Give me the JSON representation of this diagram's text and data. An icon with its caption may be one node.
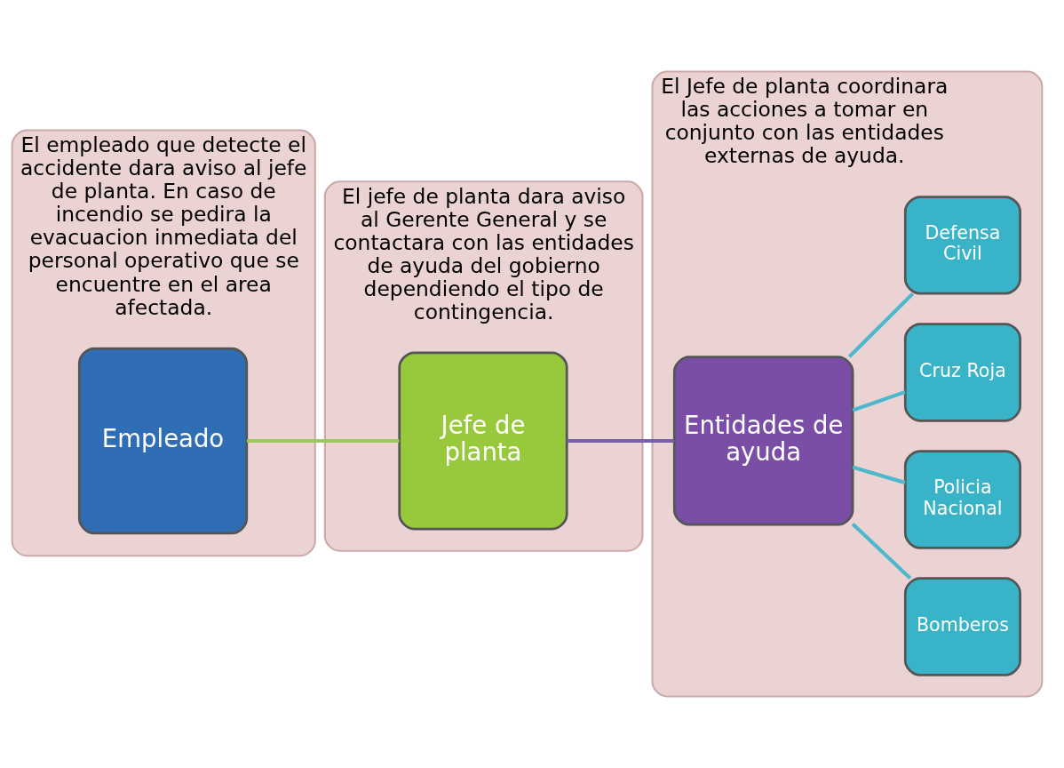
{
  "diagram": {
    "nodes": [
      {
        "text": [
          "El empleado que detecte el accidente dara aviso al jefe de planta. En caso de incendio se pedira la evacuacion inmediata del personal operativo que se encuentre en el area afectada."
        ]
      },
      {
        "text": [
          "Empleado"
        ],
        "in": 0
      },
      {
        "text": [
          "El jefe de planta dara aviso al Gerente General y se contactara con las entidades de ayuda del gobierno dependiendo el tipo de contingencia."
        ]
      },
      {
        "text": [
          "Jefe de planta"
        ],
        "in": 2
      },
      {
        "text": [
          "El Jefe de planta coordinara las acciones a tomar en conjunto con las entidades externas de ayuda."
        ]
      },
      {
        "text": [
          "Bomberos"
        ],
        "in": 4
      },
      {
        "text": [
          "Policia Nacional"
        ],
        "in": 4
      },
      {
        "text": [
          "Entidades de ayuda"
        ],
        "in": 4
      },
      {
        "text": [
          "Cruz Roja"
        ],
        "in": 4
      },
      {
        "text": [
          "Defensa Civil"
        ],
        "in": 4
      }
    ],
    "edges": [
      {
        "from": 1,
        "to": 3,
        "arrow": "none",
        "color": "#9bc85a"
      },
      {
        "from": 3,
        "to": 7,
        "arrow": "none",
        "color": "#7b5fa8"
      },
      {
        "from": 7,
        "to": 5,
        "arrow": "none"
      },
      {
        "from": 7,
        "to": 6,
        "arrow": "none"
      },
      {
        "from": 7,
        "to": 8,
        "arrow": "none"
      },
      {
        "from": 7,
        "to": 9,
        "arrow": "none"
      }
    ]
  }
}
